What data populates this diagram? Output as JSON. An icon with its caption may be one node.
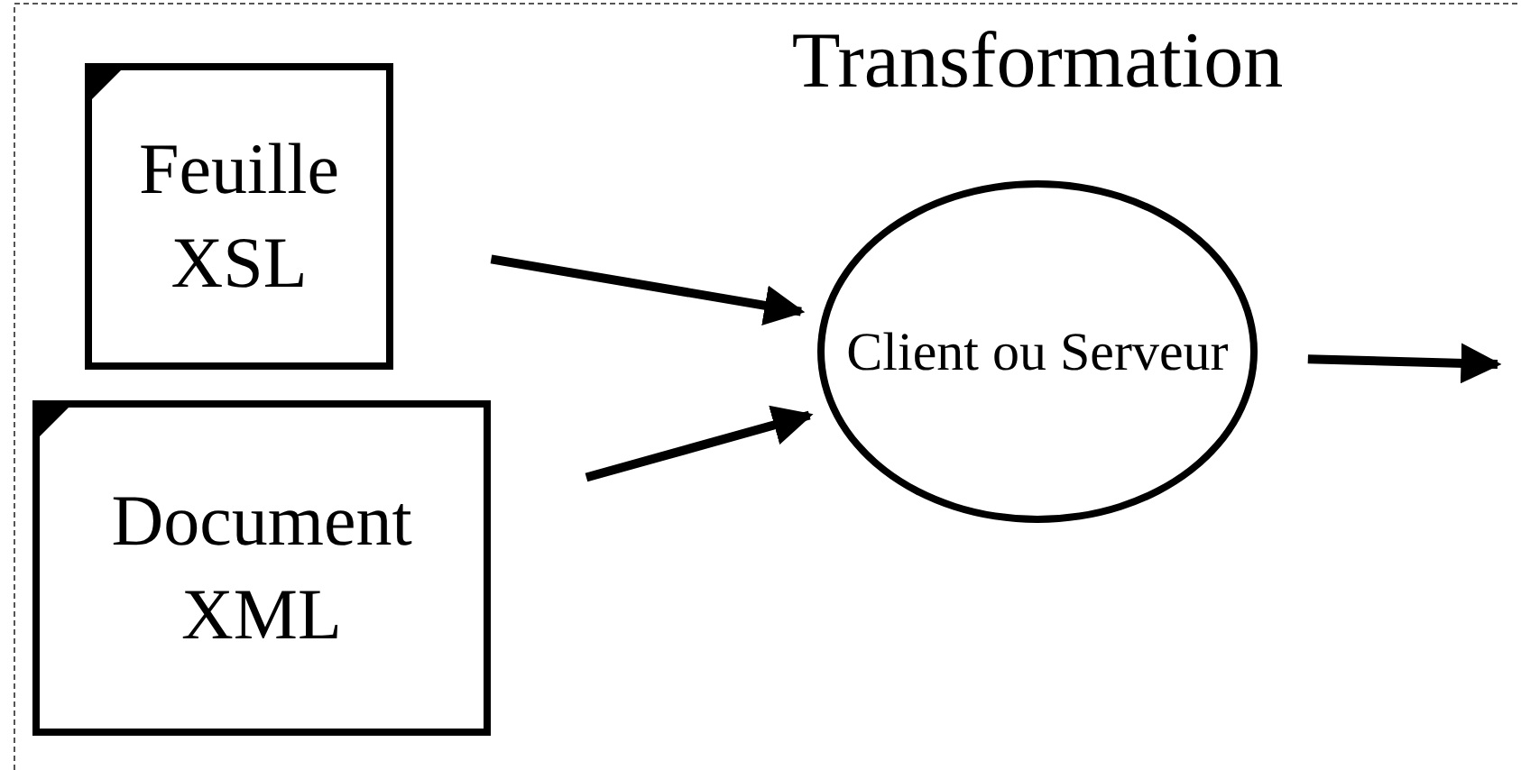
{
  "diagram": {
    "nodes": [
      {
        "text": [
          "Feuille XSL"
        ]
      },
      {
        "text": [
          "Document XML"
        ]
      },
      {
        "text": [
          "Client ou Serveur"
        ],
        "beside": [
          "Transformation"
        ]
      }
    ],
    "edges": [
      {
        "from": 0,
        "to": 2,
        "arrow": "to"
      },
      {
        "from": 1,
        "to": 2,
        "arrow": "to"
      },
      {
        "from": 2,
        "to": null,
        "arrow": "to"
      }
    ]
  }
}
